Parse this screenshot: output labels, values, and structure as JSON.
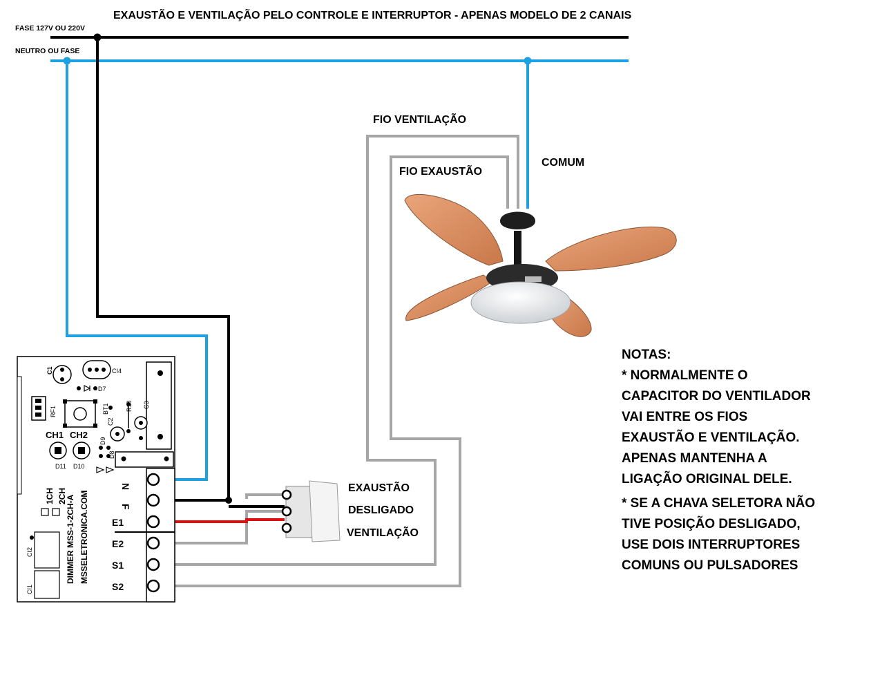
{
  "title": "EXAUSTÃO E VENTILAÇÃO PELO CONTROLE E INTERRUPTOR - APENAS MODELO DE 2 CANAIS",
  "bus": {
    "phase_label": "FASE 127V OU 220V",
    "neutral_label": "NEUTRO OU FASE"
  },
  "fan": {
    "wire_ventilacao_label": "FIO VENTILAÇÃO",
    "wire_exaustao_label": "FIO EXAUSTÃO",
    "wire_comum_label": "COMUM"
  },
  "switch": {
    "positions": [
      "EXAUSTÃO",
      "DESLIGADO",
      "VENTILAÇÃO"
    ]
  },
  "board": {
    "terminals": [
      "N",
      "F",
      "E1",
      "E2",
      "S1",
      "S2"
    ],
    "model_label": "DIMMER MSS-1-2CH-A",
    "site_label": "MSSELETRONICA.COM",
    "ch1_label": "CH1",
    "ch2_label": "CH2",
    "mode_1ch": "1CH",
    "mode_2ch": "2CH",
    "components": {
      "c1": "C1",
      "ci4": "CI4",
      "d7": "D7",
      "rf1": "RF1",
      "bt1": "BT1",
      "r18": "R18",
      "c3": "C3",
      "c2": "C2",
      "d9": "D9",
      "d8": "D8",
      "d11": "D11",
      "d10": "D10",
      "ci2": "CI2",
      "ci1": "CI1"
    }
  },
  "notes": {
    "heading": "NOTAS:",
    "lines": [
      "* NORMALMENTE O",
      "CAPACITOR DO VENTILADOR",
      "VAI ENTRE OS FIOS",
      "EXAUSTÃO E VENTILAÇÃO.",
      "APENAS MANTENHA A",
      "LIGAÇÃO ORIGINAL DELE.",
      "* SE A CHAVA SELETORA NÃO",
      "TIVE POSIÇÃO DESLIGADO,",
      "USE DOIS INTERRUPTORES",
      "COMUNS OU PULSADORES"
    ]
  },
  "colors": {
    "phase_wire": "#000000",
    "neutral_wire": "#1da1e0",
    "signal_wire": "#a6a6a6",
    "e1_wire": "#e01010",
    "fan_blade": "#d2895a"
  }
}
